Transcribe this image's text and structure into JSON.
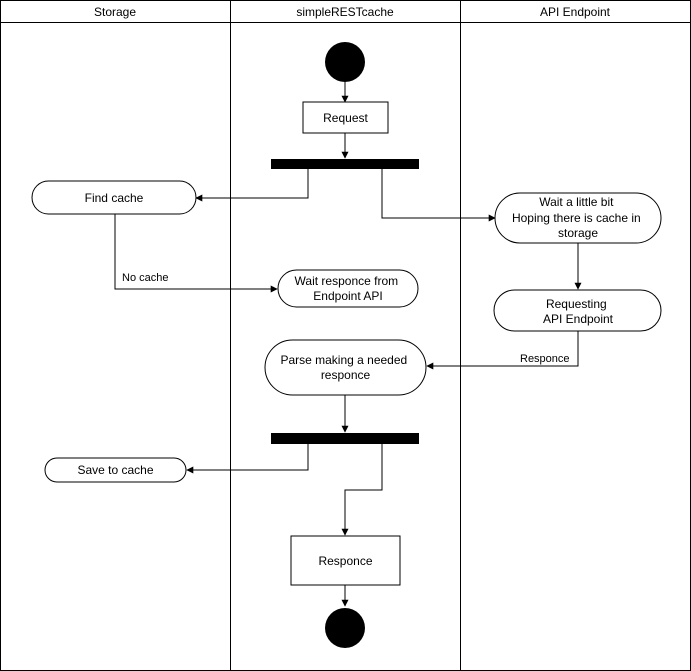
{
  "lanes": [
    {
      "title": "Storage"
    },
    {
      "title": "simpleRESTcache"
    },
    {
      "title": "API Endpoint"
    }
  ],
  "nodes": {
    "request": {
      "lines": [
        "Request"
      ]
    },
    "find_cache": {
      "lines": [
        "Find cache"
      ]
    },
    "wait_little": {
      "lines": [
        "Wait a little bit",
        "Hoping there is cache in",
        "storage"
      ]
    },
    "wait_response": {
      "lines": [
        "Wait responce from",
        "Endpoint API"
      ]
    },
    "requesting_api": {
      "lines": [
        "Requesting",
        "API Endpoint"
      ]
    },
    "parse": {
      "lines": [
        "Parse making a needed",
        "responce"
      ]
    },
    "save_cache": {
      "lines": [
        "Save to cache"
      ]
    },
    "response": {
      "lines": [
        "Responce"
      ]
    }
  },
  "edge_labels": {
    "no_cache": "No cache",
    "api_response": "Responce"
  }
}
